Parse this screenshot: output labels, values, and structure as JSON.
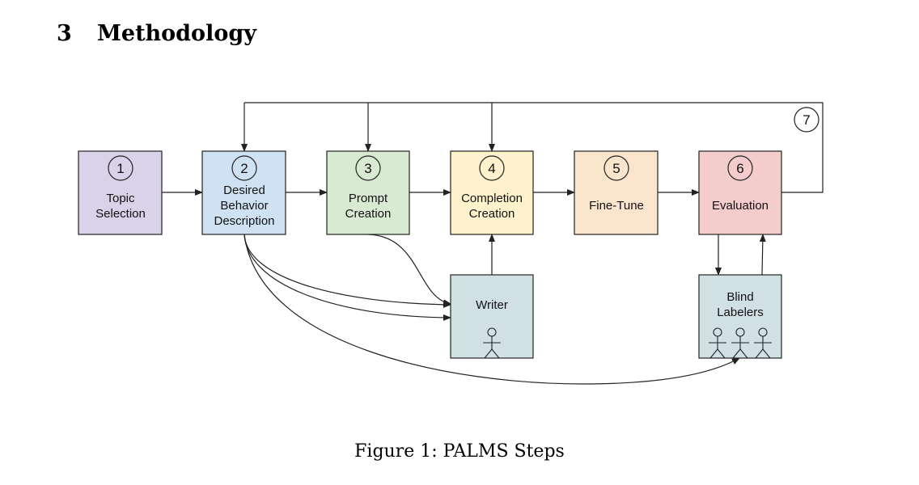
{
  "section": {
    "number": "3",
    "title": "Methodology"
  },
  "figure": {
    "caption": "Figure 1: PALMS Steps",
    "loop_step_number": "7",
    "steps": [
      {
        "number": "1",
        "lines": [
          "Topic",
          "Selection"
        ],
        "color": "#d9d2e9"
      },
      {
        "number": "2",
        "lines": [
          "Desired",
          "Behavior",
          "Description"
        ],
        "color": "#cfe2f3"
      },
      {
        "number": "3",
        "lines": [
          "Prompt",
          "Creation"
        ],
        "color": "#d9ead3"
      },
      {
        "number": "4",
        "lines": [
          "Completion",
          "Creation"
        ],
        "color": "#fff2cc"
      },
      {
        "number": "5",
        "lines": [
          "Fine-Tune"
        ],
        "color": "#fce5cd"
      },
      {
        "number": "6",
        "lines": [
          "Evaluation"
        ],
        "color": "#f4cccc"
      }
    ],
    "helpers": [
      {
        "id": "writer",
        "lines": [
          "Writer"
        ],
        "color": "#d0e0e3",
        "people": 1
      },
      {
        "id": "blind-labelers",
        "lines": [
          "Blind",
          "Labelers"
        ],
        "color": "#d0e0e3",
        "people": 3
      }
    ]
  }
}
